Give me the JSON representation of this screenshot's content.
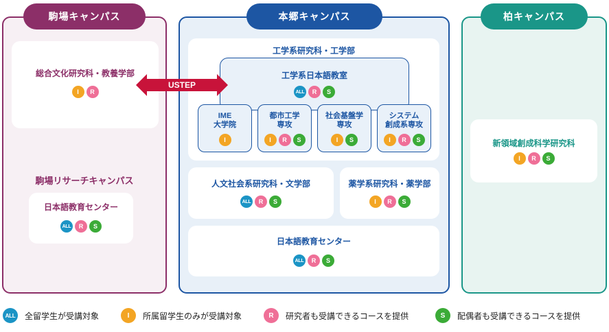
{
  "campuses": {
    "komaba": {
      "title": "駒場キャンパス",
      "dept": "総合文化研究科・教養学部",
      "dept_badges": [
        "I",
        "R"
      ],
      "research_title": "駒場リサーチキャンパス",
      "center": "日本語教育センター",
      "center_badges": [
        "ALL",
        "R",
        "S"
      ]
    },
    "hongo": {
      "title": "本郷キャンパス",
      "eng_title": "工学系研究科・工学部",
      "eng_jp": "工学系日本語教室",
      "eng_jp_badges": [
        "ALL",
        "R",
        "S"
      ],
      "sub": [
        {
          "line1": "IME",
          "line2": "大学院",
          "badges": [
            "I"
          ]
        },
        {
          "line1": "都市工学",
          "line2": "専攻",
          "badges": [
            "I",
            "R",
            "S"
          ]
        },
        {
          "line1": "社会基盤学",
          "line2": "専攻",
          "badges": [
            "I",
            "S"
          ]
        },
        {
          "line1": "システム",
          "line2": "創成系専攻",
          "badges": [
            "I",
            "R",
            "S"
          ]
        }
      ],
      "humanities": "人文社会系研究科・文学部",
      "humanities_badges": [
        "ALL",
        "R",
        "S"
      ],
      "pharma": "薬学系研究科・薬学部",
      "pharma_badges": [
        "I",
        "R",
        "S"
      ],
      "center": "日本語教育センター",
      "center_badges": [
        "ALL",
        "R",
        "S"
      ]
    },
    "kashiwa": {
      "title": "柏キャンパス",
      "dept": "新領域創成科学研究科",
      "dept_badges": [
        "I",
        "R",
        "S"
      ]
    }
  },
  "ustep": "USTEP",
  "legend": [
    {
      "badge": "ALL",
      "label": "全留学生が受講対象"
    },
    {
      "badge": "I",
      "label": "所属留学生のみが受講対象"
    },
    {
      "badge": "R",
      "label": "研究者も受講できるコースを提供"
    },
    {
      "badge": "S",
      "label": "配偶者も受講できるコースを提供"
    }
  ],
  "colors": {
    "komaba": "#8c2f68",
    "hongo": "#1d56a3",
    "kashiwa": "#1a9688",
    "all": "#1b94c5",
    "i": "#f3a524",
    "r": "#ef6f97",
    "s": "#3bab37",
    "ustep": "#c8133a"
  }
}
